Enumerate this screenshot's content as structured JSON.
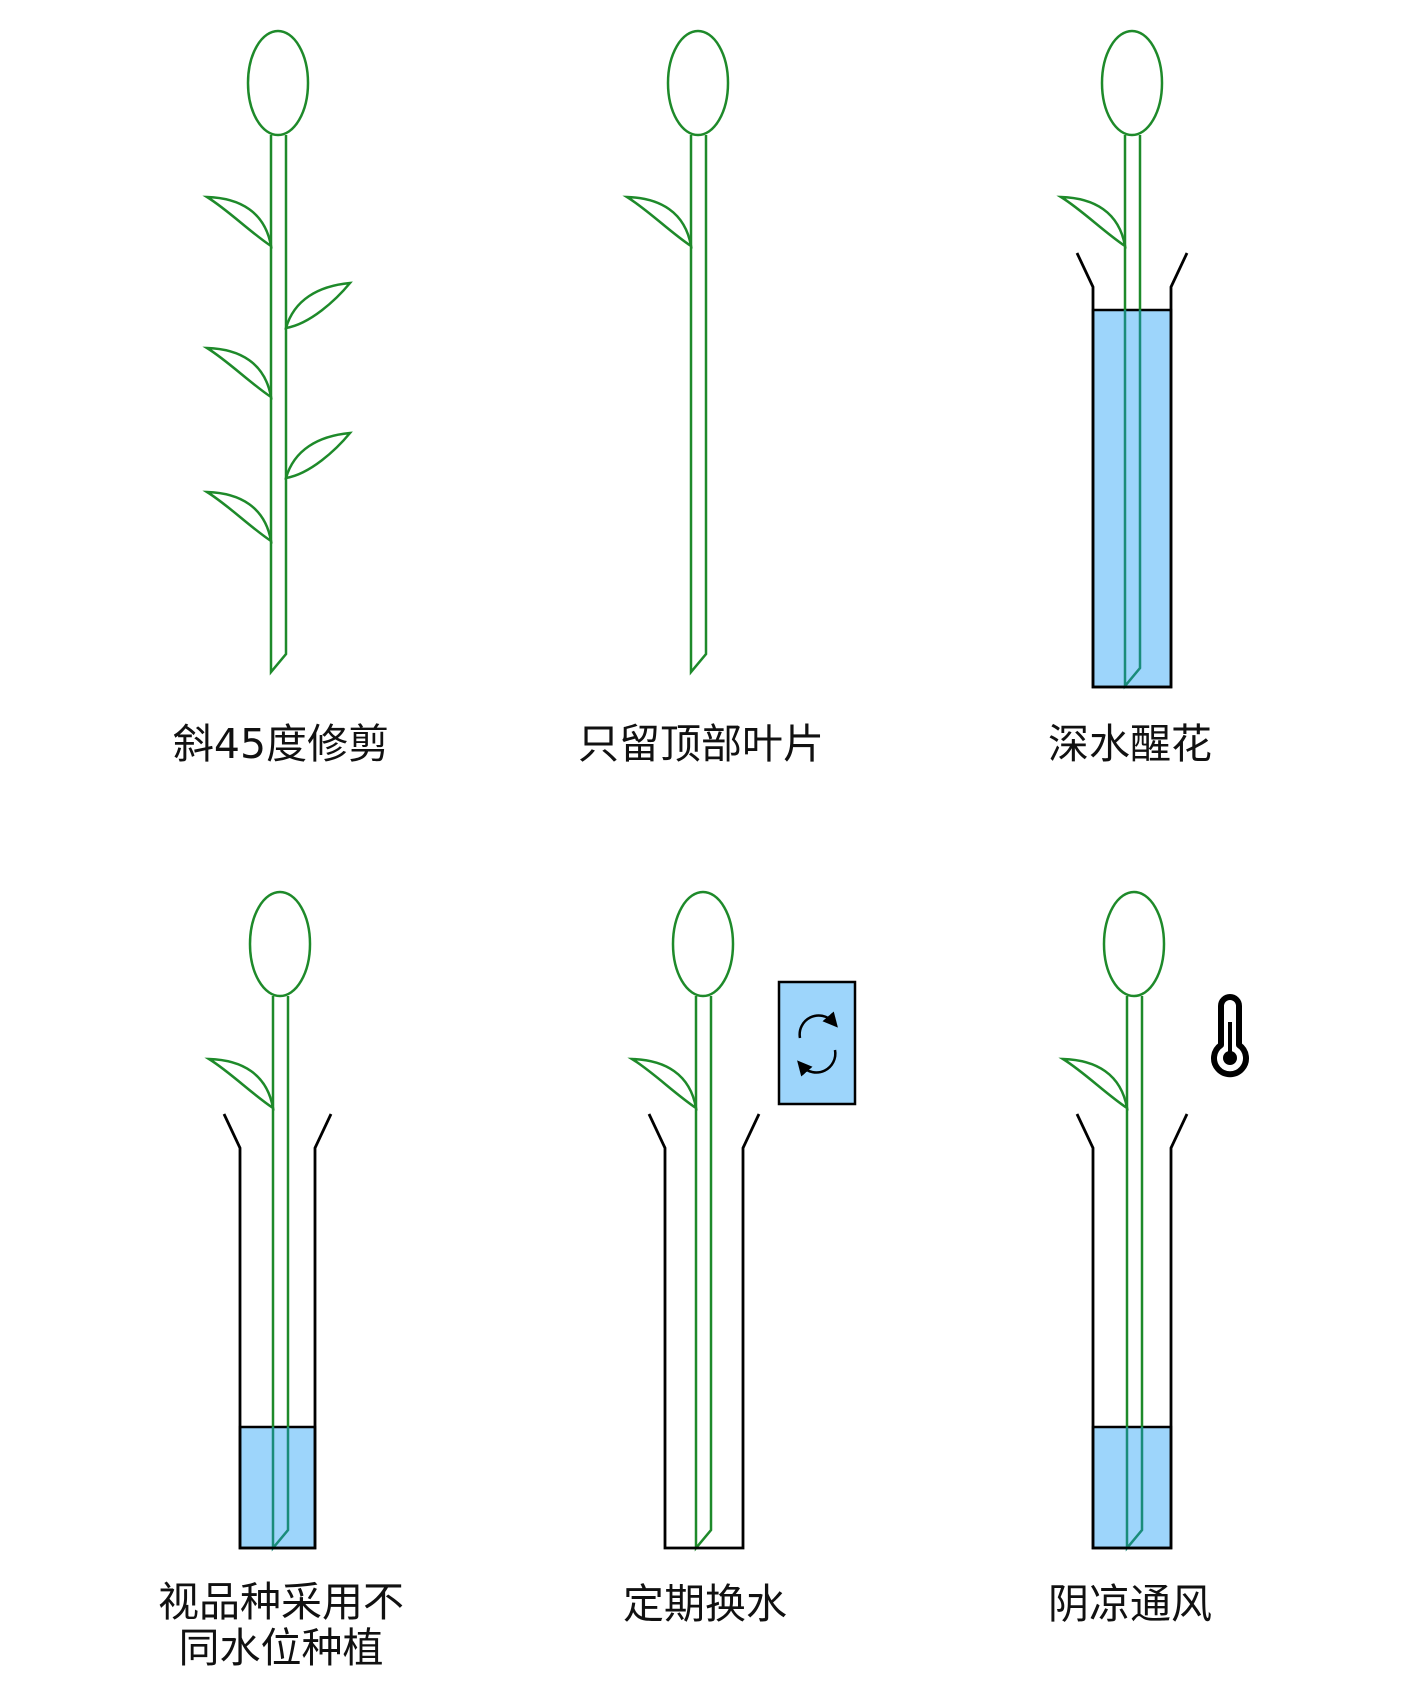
{
  "colors": {
    "plant": "#1e8a2a",
    "water": "#9dd5fb",
    "submerged_stem": "#1a8c7a",
    "outline": "#000000"
  },
  "panels": [
    {
      "caption": "斜45度修剪"
    },
    {
      "caption": "只留顶部叶片"
    },
    {
      "caption": "深水醒花"
    },
    {
      "caption": "视品种采用不\n同水位种植"
    },
    {
      "caption": "定期换水",
      "icon": "water-change-icon"
    },
    {
      "caption": "阴凉通风",
      "icon": "thermometer-icon"
    }
  ]
}
